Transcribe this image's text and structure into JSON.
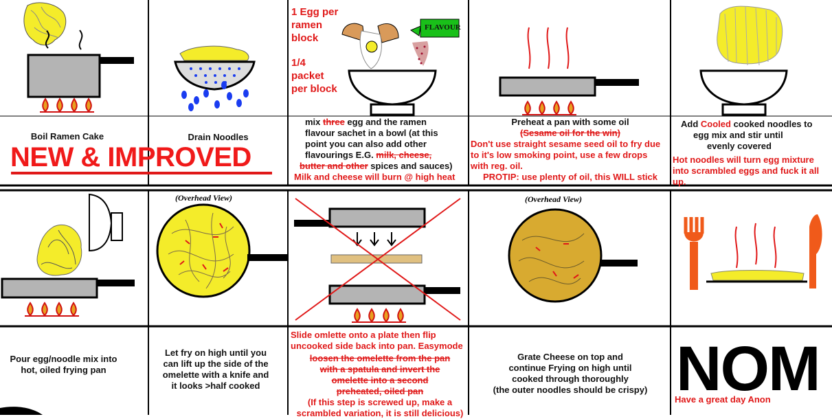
{
  "row1": {
    "boil": "Boil Ramen Cake",
    "banner": "NEW & IMPROVED",
    "drain": "Drain Noodles",
    "egg_top_lines": [
      "1 Egg per",
      "ramen",
      "block"
    ],
    "packet_lines": [
      "1/4",
      "packet",
      "per block"
    ],
    "flavour_label": "FLAVOUR",
    "mix": {
      "l1_a": "mix ",
      "l1_strike": "three",
      "l1_b": " egg   and the ramen",
      "l2": "flavour sachet in a bowl (at this",
      "l3": "point you can also add other",
      "l4_a": "flavourings E.G. ",
      "l4_strike": "milk, cheese,",
      "l5_strike": "butter and other",
      "l5_b": " spices and sauces)",
      "l6": "Milk and cheese will burn @ high heat"
    },
    "preheat": {
      "l1": "Preheat a pan with some oil",
      "l2_strike": "(Sesame oil for the win)",
      "l3": "Don't use straight sesame seed oil to fry due",
      "l4": "to it's low smoking point, use a few drops",
      "l5": "with reg. oil.",
      "l6": "PROTIP: use plenty of oil, this WILL stick"
    },
    "add": {
      "l1_a": "Add ",
      "l1_red": "Cooled",
      "l1_b": " cooked noodles to",
      "l2": "egg mix and stir until",
      "l3": "evenly covered",
      "l4": "Hot noodles will turn egg mixture",
      "l5": "into scrambled eggs and fuck it all",
      "l6": "up."
    }
  },
  "row2": {
    "overhead_1": "(Overhead View)",
    "overhead_2": "(Overhead View)"
  },
  "row3": {
    "pour": [
      "Pour egg/noodle mix into",
      "hot, oiled frying pan"
    ],
    "fry": [
      "Let fry on high until you",
      "can lift up the side of the",
      "omelette with a knife and",
      "it looks  >half cooked"
    ],
    "slide": {
      "l1": "Slide omlette onto a plate then flip",
      "l2": "uncooked side back into pan. Easymode",
      "strike": [
        "loosen the omelette from the pan",
        "with a spatula and invert the",
        "omelette into a second",
        "preheated, oiled pan"
      ],
      "l3": "(If this step is screwed up, make a",
      "l4": "scrambled variation, it is still delicious)"
    },
    "cheese": [
      "Grate Cheese on top and",
      "continue Frying on high until",
      "cooked through thoroughly",
      "(the outer noodles should be crispy)"
    ],
    "nom": "NOM",
    "anon": "Have a great day Anon"
  },
  "colors": {
    "red": "#e01818",
    "yellow": "#f2ea2c",
    "pan": "#b4b4b4",
    "blue": "#1a3cf0"
  }
}
